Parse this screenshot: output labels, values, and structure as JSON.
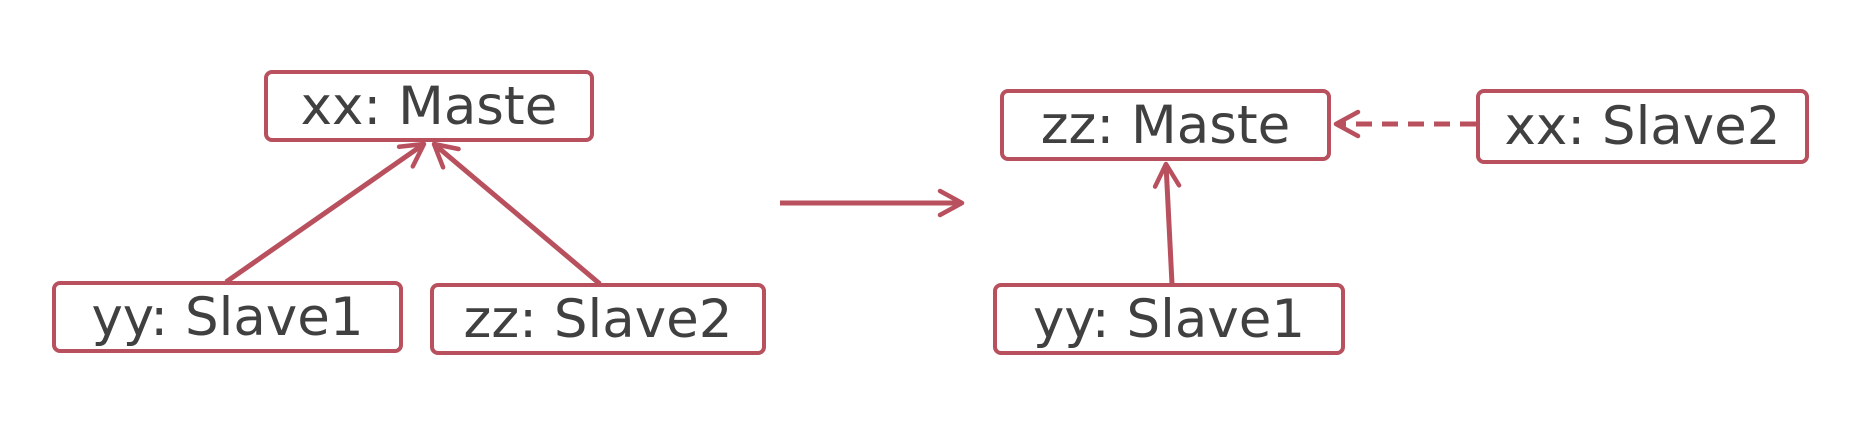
{
  "colors": {
    "stroke": "#b9505e",
    "text": "#404040",
    "background": "#ffffff"
  },
  "before": {
    "master": "xx: Maste",
    "slave1": "yy: Slave1",
    "slave2": "zz: Slave2"
  },
  "after": {
    "master": "zz: Maste",
    "slave1": "yy: Slave1",
    "slave2": "xx: Slave2"
  }
}
